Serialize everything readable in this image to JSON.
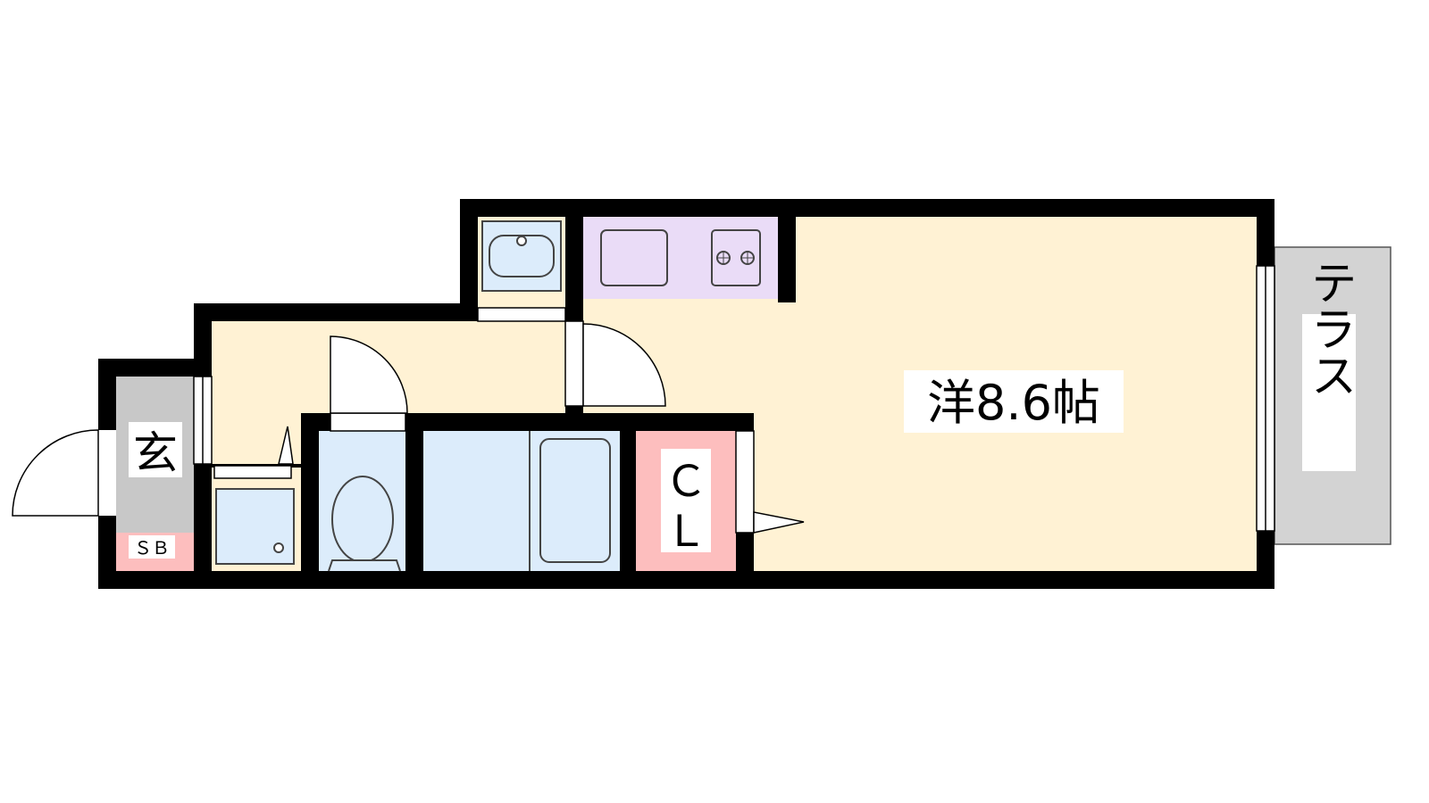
{
  "floorplan": {
    "rooms": {
      "western_room": "洋8.6帖",
      "entrance": "玄",
      "shoe_box": "ＳＢ",
      "closet_line1": "Ｃ",
      "closet_line2": "Ｌ",
      "terrace": "テラス"
    },
    "colors": {
      "wall": "#000000",
      "floor_beige": "#fff2d4",
      "water_blue": "#dcecfb",
      "kitchen_lavender": "#eadcf7",
      "closet_pink": "#fdbebe",
      "entrance_gray": "#c8c8c8",
      "terrace_gray": "#d3d3d3",
      "fixture_line": "#444444"
    },
    "icons": [
      "door-swing-icon",
      "sink-icon",
      "stove-burners-icon",
      "toilet-icon",
      "bathtub-icon",
      "washer-pan-icon"
    ]
  }
}
